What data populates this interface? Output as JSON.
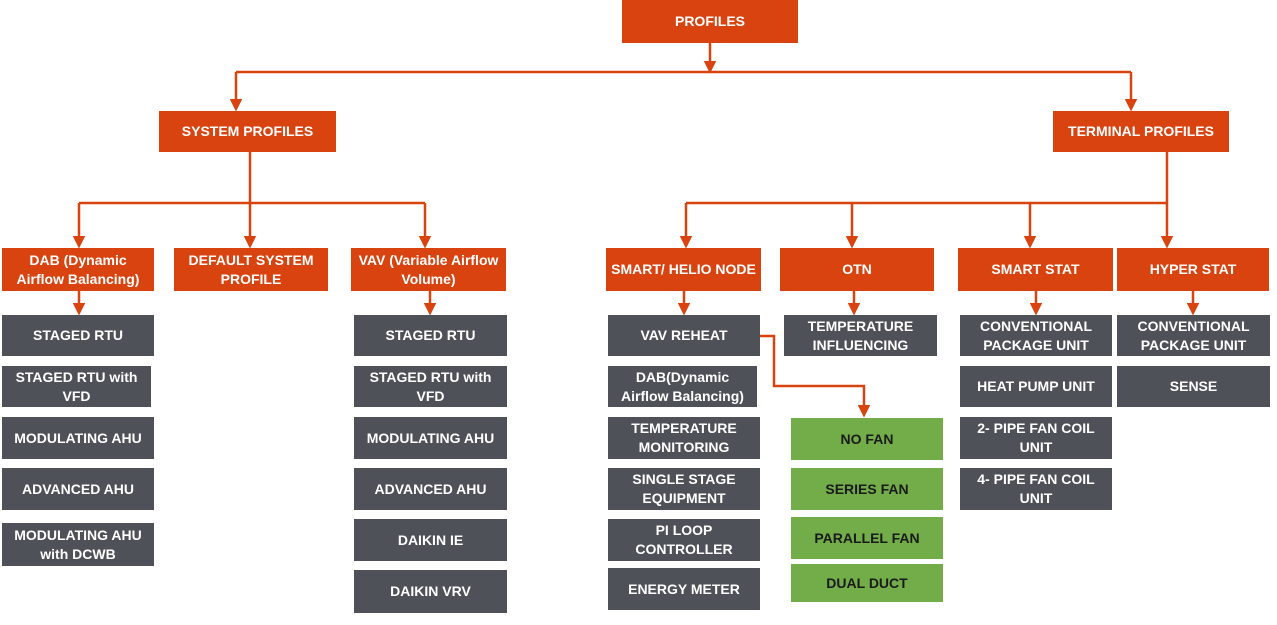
{
  "root": "PROFILES",
  "system": {
    "title": "SYSTEM PROFILES",
    "dab": {
      "title": "DAB (Dynamic Airflow Balancing)",
      "items": [
        "STAGED RTU",
        "STAGED RTU with VFD",
        "MODULATING AHU",
        "ADVANCED AHU",
        "MODULATING AHU with DCWB"
      ]
    },
    "default": {
      "title": "DEFAULT SYSTEM PROFILE"
    },
    "vav": {
      "title": "VAV (Variable Airflow Volume)",
      "items": [
        "STAGED RTU",
        "STAGED RTU with VFD",
        "MODULATING AHU",
        "ADVANCED AHU",
        "DAIKIN IE",
        "DAIKIN VRV"
      ]
    }
  },
  "terminal": {
    "title": "TERMINAL PROFILES",
    "smart_helio": {
      "title": "SMART/ HELIO NODE",
      "items": [
        "VAV  REHEAT",
        "DAB(Dynamic Airflow Balancing)",
        "TEMPERATURE MONITORING",
        "SINGLE STAGE EQUIPMENT",
        "PI LOOP CONTROLLER",
        "ENERGY METER"
      ],
      "vav_reheat_fans": [
        "NO FAN",
        "SERIES FAN",
        "PARALLEL FAN",
        "DUAL DUCT"
      ]
    },
    "otn": {
      "title": "OTN",
      "items": [
        "TEMPERATURE INFLUENCING"
      ]
    },
    "smart_stat": {
      "title": "SMART STAT",
      "items": [
        "CONVENTIONAL PACKAGE UNIT",
        "HEAT PUMP UNIT",
        "2- PIPE FAN COIL UNIT",
        "4- PIPE FAN COIL UNIT"
      ]
    },
    "hyper_stat": {
      "title": "HYPER STAT",
      "items": [
        "CONVENTIONAL PACKAGE UNIT",
        "SENSE"
      ]
    }
  },
  "colors": {
    "accent": "#d9430f",
    "item": "#4f5158",
    "fan": "#72ad49",
    "line": "#d9430f"
  }
}
